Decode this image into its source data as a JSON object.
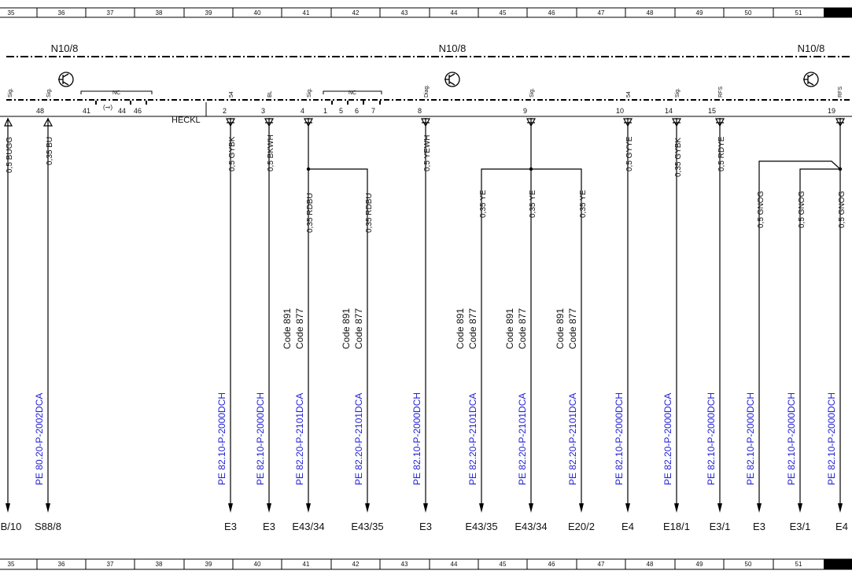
{
  "columns": [
    "35",
    "36",
    "37",
    "38",
    "39",
    "40",
    "41",
    "42",
    "43",
    "44",
    "45",
    "46",
    "47",
    "48",
    "49",
    "50",
    "51"
  ],
  "module": {
    "labels": [
      "N10/8",
      "N10/8",
      "N10/8"
    ],
    "heckl": "HECKL",
    "nc": "NC"
  },
  "pins": [
    {
      "num": "",
      "name": "Sig."
    },
    {
      "num": "48",
      "name": "Sig."
    },
    {
      "num": "41",
      "name": ""
    },
    {
      "num": "44",
      "name": ""
    },
    {
      "num": "46",
      "name": ""
    },
    {
      "num": "2",
      "name": "54"
    },
    {
      "num": "3",
      "name": "BL"
    },
    {
      "num": "4",
      "name": "Sig."
    },
    {
      "num": "1",
      "name": ""
    },
    {
      "num": "5",
      "name": ""
    },
    {
      "num": "6",
      "name": ""
    },
    {
      "num": "7",
      "name": ""
    },
    {
      "num": "8",
      "name": "Diag."
    },
    {
      "num": "9",
      "name": "Sig."
    },
    {
      "num": "10",
      "name": "54"
    },
    {
      "num": "14",
      "name": "Sig."
    },
    {
      "num": "15",
      "name": "RFS"
    },
    {
      "num": "19",
      "name": "RFS"
    }
  ],
  "wires": [
    {
      "spec": "0,5 BUGG",
      "ref": "",
      "code": [
        "",
        ""
      ],
      "dest": "B/10"
    },
    {
      "spec": "0,35 BU",
      "ref": "PE 80.20-P-2002DCA",
      "code": [
        "",
        ""
      ],
      "dest": "S88/8"
    },
    {
      "spec": "0,5 GYBK",
      "ref": "PE 82.10-P-2000DCH",
      "code": [
        "",
        ""
      ],
      "dest": "E3"
    },
    {
      "spec": "0,5 BKWH",
      "ref": "PE 82.10-P-2000DCH",
      "code": [
        "",
        ""
      ],
      "dest": "E3"
    },
    {
      "spec": "0,35 RDBU",
      "ref": "PE 82.20-P-2101DCA",
      "code": [
        "Code 891",
        "Code 877"
      ],
      "dest": "E43/34"
    },
    {
      "spec": "0,35 RDBU",
      "ref": "PE 82.20-P-2101DCA",
      "code": [
        "Code 891",
        "Code 877"
      ],
      "dest": "E43/35"
    },
    {
      "spec": "0,5 YEWH",
      "ref": "PE 82.10-P-2000DCH",
      "code": [
        "",
        ""
      ],
      "dest": "E3"
    },
    {
      "spec": "0,35 YE",
      "ref": "PE 82.20-P-2101DCA",
      "code": [
        "Code 891",
        "Code 877"
      ],
      "dest": "E43/35"
    },
    {
      "spec": "0,35 YE",
      "ref": "PE 82.20-P-2101DCA",
      "code": [
        "Code 891",
        "Code 877"
      ],
      "dest": "E43/34"
    },
    {
      "spec": "0,35 YE",
      "ref": "PE 82.20-P-2101DCA",
      "code": [
        "Code 891",
        "Code 877"
      ],
      "dest": "E20/2"
    },
    {
      "spec": "0,5 GYYE",
      "ref": "PE 82.10-P-2000DCH",
      "code": [
        "",
        ""
      ],
      "dest": "E4"
    },
    {
      "spec": "0,35 GYBK",
      "ref": "PE 82.20-P-2000DCA",
      "code": [
        "",
        ""
      ],
      "dest": "E18/1"
    },
    {
      "spec": "0,5 RDYE",
      "ref": "PE 82.10-P-2000DCH",
      "code": [
        "",
        ""
      ],
      "dest": "E3/1"
    },
    {
      "spec": "0,5 GNOG",
      "ref": "PE 82.10-P-2000DCH",
      "code": [
        "",
        ""
      ],
      "dest": "E3"
    },
    {
      "spec": "0,5 GNOG",
      "ref": "PE 82.10-P-2000DCH",
      "code": [
        "",
        ""
      ],
      "dest": "E3/1"
    },
    {
      "spec": "0,5 GNOG",
      "ref": "PE 82.10-P-2000DCH",
      "code": [
        "",
        ""
      ],
      "dest": "E4"
    }
  ]
}
